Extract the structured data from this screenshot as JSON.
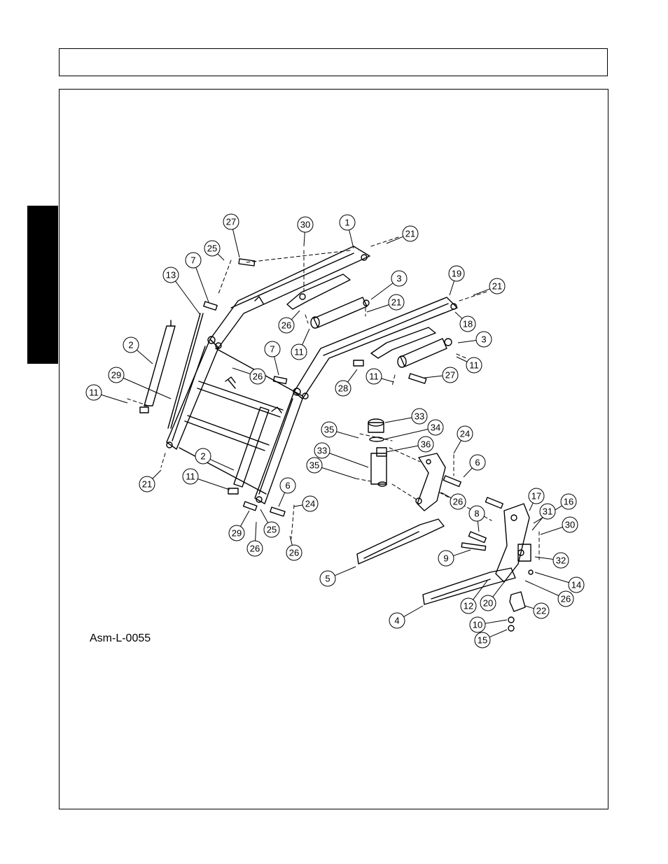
{
  "assembly_label": "Asm-L-0055",
  "callouts": [
    {
      "label": "27"
    },
    {
      "label": "30"
    },
    {
      "label": "1"
    },
    {
      "label": "21"
    },
    {
      "label": "25"
    },
    {
      "label": "7"
    },
    {
      "label": "13"
    },
    {
      "label": "3"
    },
    {
      "label": "21"
    },
    {
      "label": "19"
    },
    {
      "label": "21"
    },
    {
      "label": "26"
    },
    {
      "label": "11"
    },
    {
      "label": "18"
    },
    {
      "label": "3"
    },
    {
      "label": "2"
    },
    {
      "label": "7"
    },
    {
      "label": "11"
    },
    {
      "label": "26"
    },
    {
      "label": "29"
    },
    {
      "label": "11"
    },
    {
      "label": "27"
    },
    {
      "label": "28"
    },
    {
      "label": "11"
    },
    {
      "label": "33"
    },
    {
      "label": "35"
    },
    {
      "label": "34"
    },
    {
      "label": "36"
    },
    {
      "label": "24"
    },
    {
      "label": "33"
    },
    {
      "label": "6"
    },
    {
      "label": "35"
    },
    {
      "label": "2"
    },
    {
      "label": "21"
    },
    {
      "label": "11"
    },
    {
      "label": "6"
    },
    {
      "label": "26"
    },
    {
      "label": "24"
    },
    {
      "label": "17"
    },
    {
      "label": "16"
    },
    {
      "label": "31"
    },
    {
      "label": "29"
    },
    {
      "label": "25"
    },
    {
      "label": "8"
    },
    {
      "label": "30"
    },
    {
      "label": "26"
    },
    {
      "label": "26"
    },
    {
      "label": "9"
    },
    {
      "label": "32"
    },
    {
      "label": "5"
    },
    {
      "label": "14"
    },
    {
      "label": "26"
    },
    {
      "label": "20"
    },
    {
      "label": "12"
    },
    {
      "label": "22"
    },
    {
      "label": "4"
    },
    {
      "label": "10"
    },
    {
      "label": "15"
    }
  ]
}
